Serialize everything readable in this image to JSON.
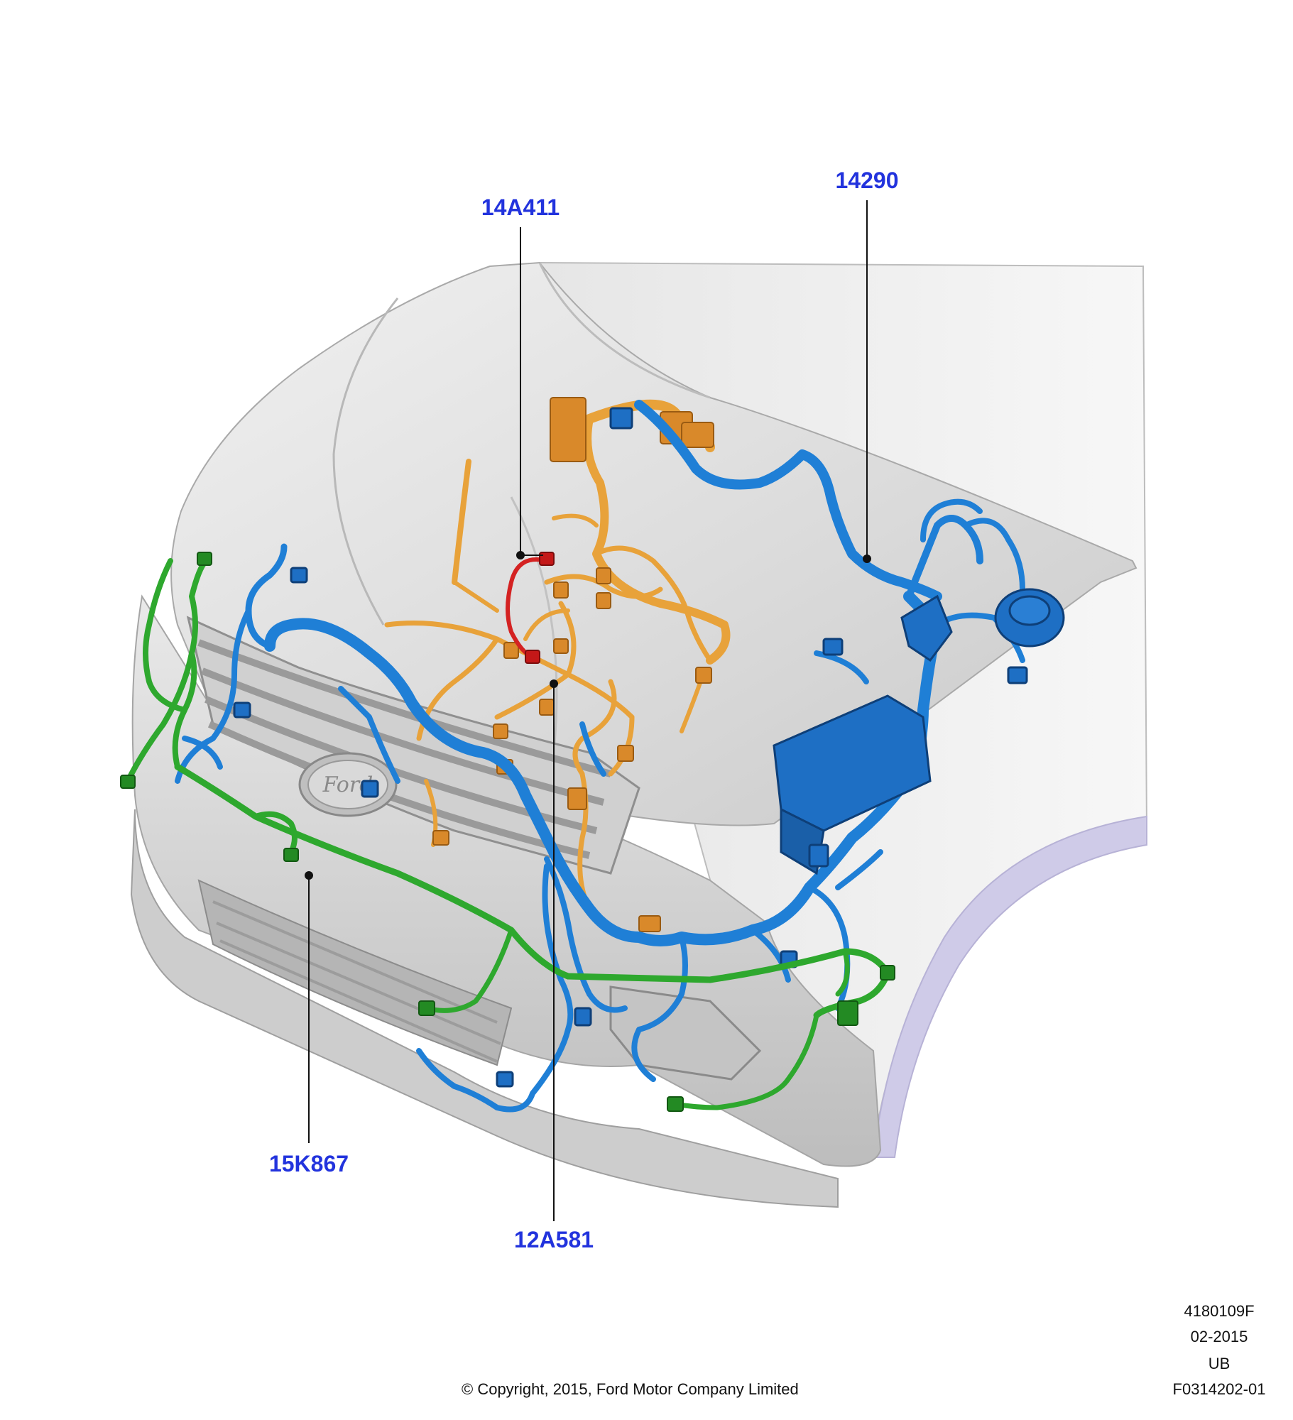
{
  "colors": {
    "callout_text": "#2233dd",
    "harness_blue": "#1f7fd6",
    "harness_orange": "#e8a23a",
    "harness_green": "#2ea82e",
    "harness_red": "#d42222",
    "body_gray": "#d8d8d8"
  },
  "callouts": [
    {
      "id": "14A411",
      "label": "14A411"
    },
    {
      "id": "14290",
      "label": "14290"
    },
    {
      "id": "15K867",
      "label": "15K867"
    },
    {
      "id": "12A581",
      "label": "12A581"
    }
  ],
  "footer": {
    "code_line_1": "4180109F",
    "code_line_2": "02-2015",
    "code_line_3": "UB",
    "code_line_4": "F0314202-01",
    "copyright": "© Copyright, 2015, Ford Motor Company Limited"
  },
  "badge_text": "Ford"
}
